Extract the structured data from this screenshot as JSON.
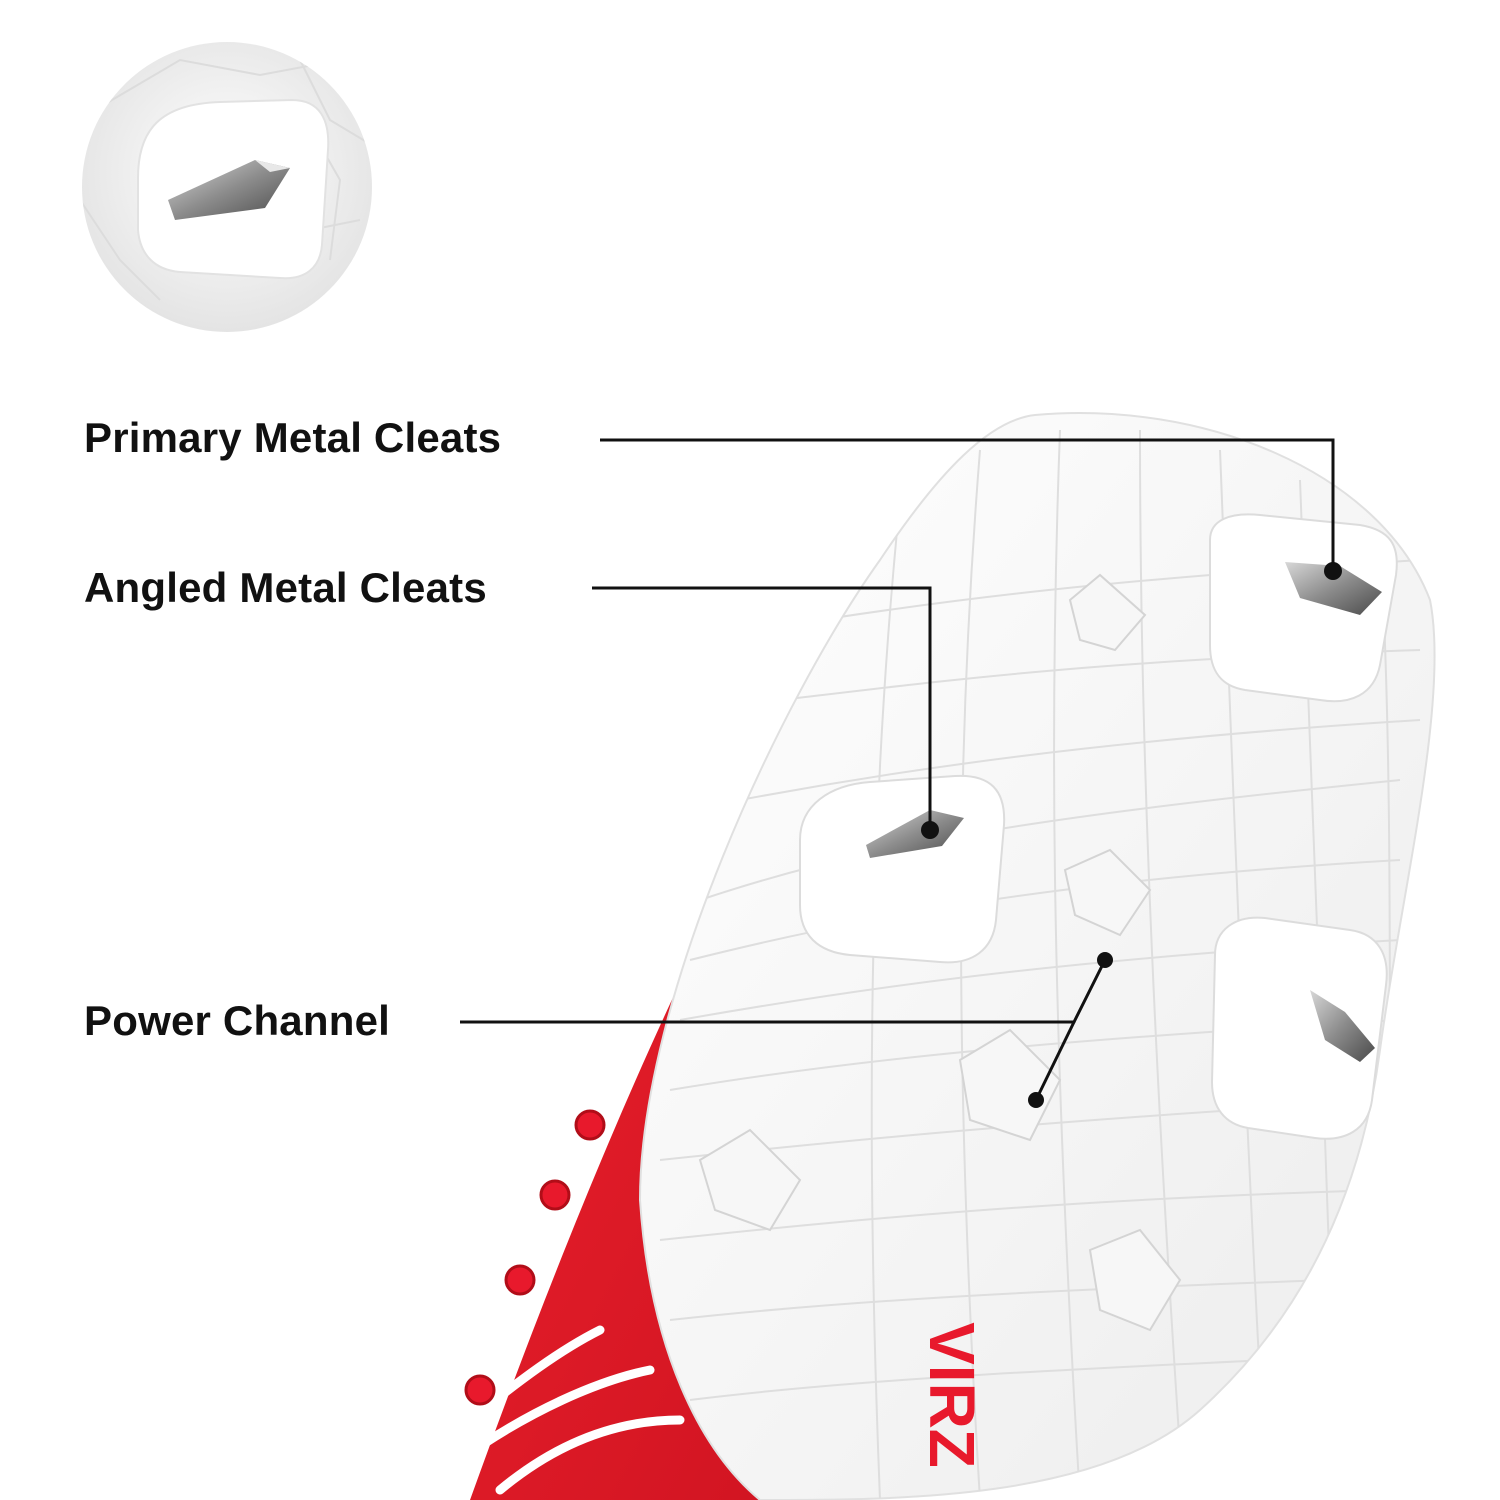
{
  "callouts": {
    "primary": "Primary Metal Cleats",
    "angled": "Angled Metal Cleats",
    "power": "Power Channel"
  },
  "brand_mark": "VIRZ",
  "colors": {
    "background": "#ffffff",
    "upper_red": "#e8192c",
    "sole_white": "#f4f4f4",
    "text": "#111111",
    "metal": "#9a9a9a"
  },
  "icons": {
    "inset": "cleat-closeup-photo",
    "shoe": "cleat-sole-photo"
  }
}
